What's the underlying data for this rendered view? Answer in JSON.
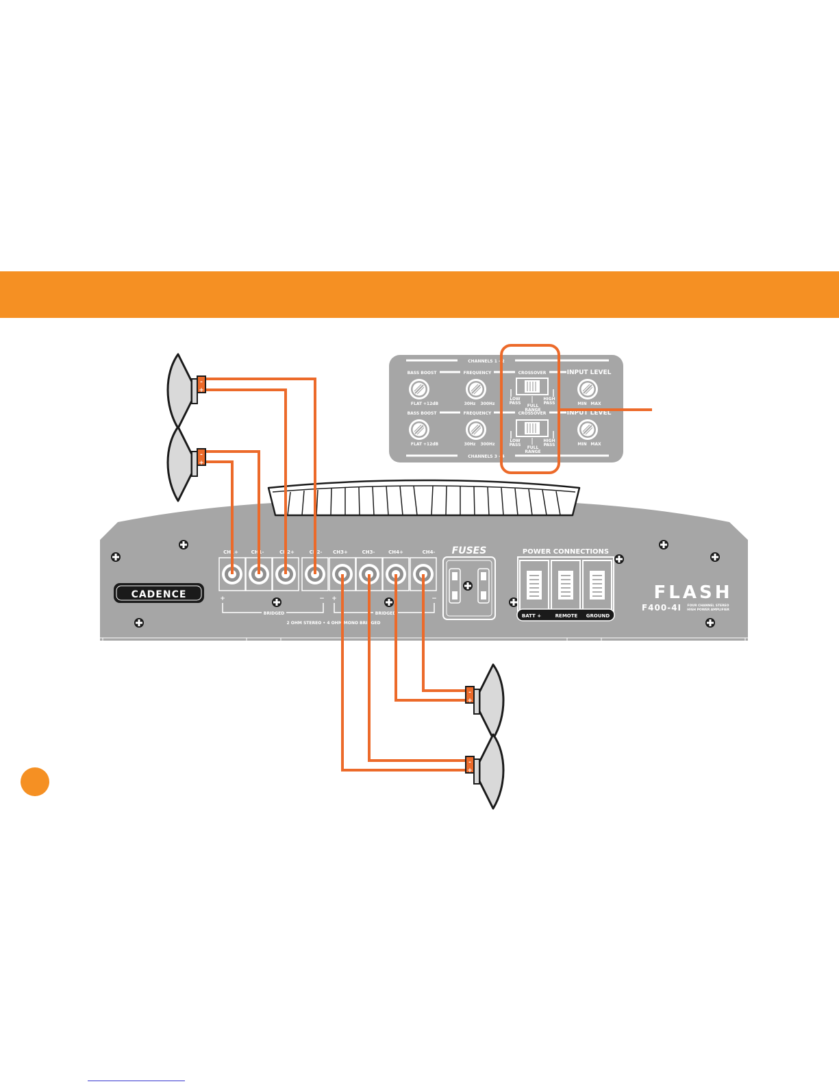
{
  "colors": {
    "accent": "#f59023",
    "wire": "#ec6a2a",
    "panel": "#a6a6a6",
    "panel_dark": "#8f8f8f",
    "speaker": "#d9d9d9"
  },
  "control_panel": {
    "channels_top": "CHANNELS 1 - 2",
    "channels_bottom": "CHANNELS 3 - 4",
    "bass_boost": "BASS BOOST",
    "frequency": "FREQUENCY",
    "crossover": "CROSSOVER",
    "input_level": "INPUT LEVEL",
    "flat": "FLAT",
    "boost_db": "+12dB",
    "freq_low": "30Hz",
    "freq_high": "300Hz",
    "min": "MIN",
    "max": "MAX",
    "low_pass": [
      "LOW",
      "PASS"
    ],
    "full_range": [
      "FULL",
      "RANGE"
    ],
    "high_pass": [
      "HIGH",
      "PASS"
    ]
  },
  "amplifier": {
    "terminals": [
      "CH1+",
      "CH1-",
      "CH2+",
      "CH2-",
      "CH3+",
      "CH3-",
      "CH4+",
      "CH4-"
    ],
    "plus": "+",
    "minus": "−",
    "bridged": "BRIDGED",
    "impedance_note": "2 OHM STEREO  •  4 OHM MONO BRIDGED",
    "fuses": "FUSES",
    "power_connections": "POWER CONNECTIONS",
    "power_labels": [
      "BATT +",
      "REMOTE",
      "GROUND"
    ],
    "brand_logo": "CADENCE",
    "series_logo": "FLASH",
    "model": "F400-4I",
    "model_desc": [
      "FOUR CHANNEL STEREO",
      "HIGH POWER AMPLIFIER"
    ]
  },
  "speaker_terminals": {
    "neg": "-",
    "pos": "+"
  }
}
